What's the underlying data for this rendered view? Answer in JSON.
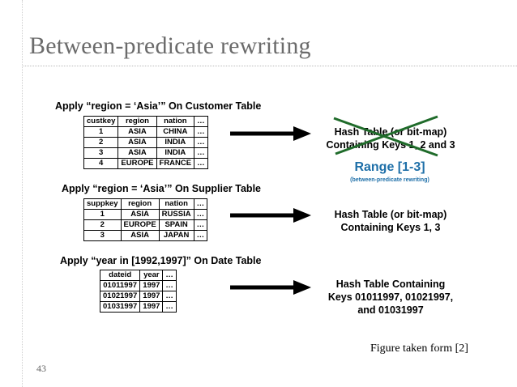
{
  "slide": {
    "title": "Between-predicate rewriting",
    "number": "43",
    "caption": "Figure taken form [2]"
  },
  "customer": {
    "heading": "Apply “region = ‘Asia’” On Customer Table",
    "columns": [
      "custkey",
      "region",
      "nation",
      "…"
    ],
    "rows": [
      [
        "1",
        "ASIA",
        "CHINA",
        "…"
      ],
      [
        "2",
        "ASIA",
        "INDIA",
        "…"
      ],
      [
        "3",
        "ASIA",
        "INDIA",
        "…"
      ],
      [
        "4",
        "EUROPE",
        "FRANCE",
        "…"
      ]
    ],
    "result_lines": [
      "Hash Table (or bit-map)",
      "Containing Keys 1, 2 and 3"
    ],
    "range_label": "Range [1-3]",
    "range_note": "(between-predicate rewriting)",
    "cross_color": "#1f6b2a",
    "range_color": "#1e6fa8"
  },
  "supplier": {
    "heading": "Apply “region = ‘Asia’” On Supplier Table",
    "columns": [
      "suppkey",
      "region",
      "nation",
      "…"
    ],
    "rows": [
      [
        "1",
        "ASIA",
        "RUSSIA",
        "…"
      ],
      [
        "2",
        "EUROPE",
        "SPAIN",
        "…"
      ],
      [
        "3",
        "ASIA",
        "JAPAN",
        "…"
      ]
    ],
    "result_lines": [
      "Hash Table (or bit-map)",
      "Containing Keys 1, 3"
    ]
  },
  "date": {
    "heading": "Apply “year in [1992,1997]” On Date Table",
    "columns": [
      "dateid",
      "year",
      "…"
    ],
    "rows": [
      [
        "01011997",
        "1997",
        "…"
      ],
      [
        "01021997",
        "1997",
        "…"
      ],
      [
        "01031997",
        "1997",
        "…"
      ]
    ],
    "result_lines": [
      "Hash Table Containing",
      "Keys 01011997, 01021997,",
      "and 01031997"
    ]
  }
}
